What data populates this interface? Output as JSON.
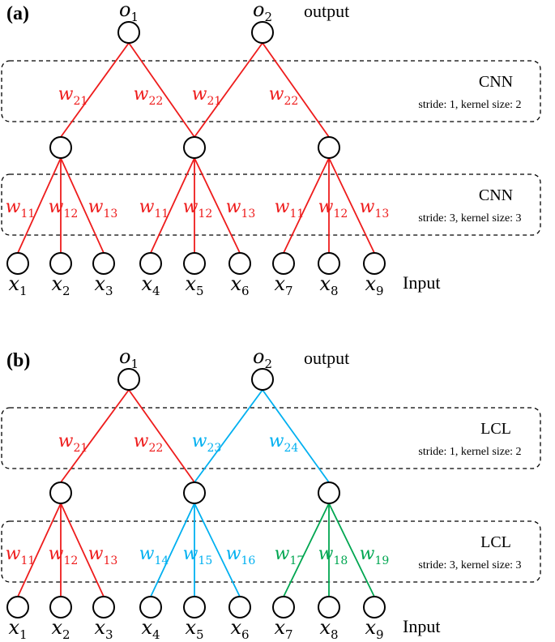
{
  "colors": {
    "red": "#ee1c1c",
    "blue": "#00b0f0",
    "green": "#00a651",
    "black": "#000000"
  },
  "panels": [
    {
      "label": "(a)",
      "outputs": [
        {
          "main": "o",
          "sub": "1"
        },
        {
          "main": "o",
          "sub": "2"
        }
      ],
      "output_label": "output",
      "input_label": "Input",
      "inputs": [
        {
          "main": "x",
          "sub": "1"
        },
        {
          "main": "x",
          "sub": "2"
        },
        {
          "main": "x",
          "sub": "3"
        },
        {
          "main": "x",
          "sub": "4"
        },
        {
          "main": "x",
          "sub": "5"
        },
        {
          "main": "x",
          "sub": "6"
        },
        {
          "main": "x",
          "sub": "7"
        },
        {
          "main": "x",
          "sub": "8"
        },
        {
          "main": "x",
          "sub": "9"
        }
      ],
      "top_layer": {
        "title": "CNN",
        "subtitle": "stride: 1, kernel size: 2",
        "weights": [
          {
            "main": "w",
            "sub": "21",
            "color": "red"
          },
          {
            "main": "w",
            "sub": "22",
            "color": "red"
          },
          {
            "main": "w",
            "sub": "21",
            "color": "red"
          },
          {
            "main": "w",
            "sub": "22",
            "color": "red"
          }
        ],
        "edge_colors": [
          "red",
          "red",
          "red",
          "red"
        ]
      },
      "bottom_layer": {
        "title": "CNN",
        "subtitle": "stride: 3, kernel size: 3",
        "weights": [
          {
            "main": "w",
            "sub": "11",
            "color": "red"
          },
          {
            "main": "w",
            "sub": "12",
            "color": "red"
          },
          {
            "main": "w",
            "sub": "13",
            "color": "red"
          },
          {
            "main": "w",
            "sub": "11",
            "color": "red"
          },
          {
            "main": "w",
            "sub": "12",
            "color": "red"
          },
          {
            "main": "w",
            "sub": "13",
            "color": "red"
          },
          {
            "main": "w",
            "sub": "11",
            "color": "red"
          },
          {
            "main": "w",
            "sub": "12",
            "color": "red"
          },
          {
            "main": "w",
            "sub": "13",
            "color": "red"
          }
        ],
        "group_colors": [
          "red",
          "red",
          "red"
        ]
      }
    },
    {
      "label": "(b)",
      "outputs": [
        {
          "main": "o",
          "sub": "1"
        },
        {
          "main": "o",
          "sub": "2"
        }
      ],
      "output_label": "output",
      "input_label": "Input",
      "inputs": [
        {
          "main": "x",
          "sub": "1"
        },
        {
          "main": "x",
          "sub": "2"
        },
        {
          "main": "x",
          "sub": "3"
        },
        {
          "main": "x",
          "sub": "4"
        },
        {
          "main": "x",
          "sub": "5"
        },
        {
          "main": "x",
          "sub": "6"
        },
        {
          "main": "x",
          "sub": "7"
        },
        {
          "main": "x",
          "sub": "8"
        },
        {
          "main": "x",
          "sub": "9"
        }
      ],
      "top_layer": {
        "title": "LCL",
        "subtitle": "stride: 1, kernel size: 2",
        "weights": [
          {
            "main": "w",
            "sub": "21",
            "color": "red"
          },
          {
            "main": "w",
            "sub": "22",
            "color": "red"
          },
          {
            "main": "w",
            "sub": "23",
            "color": "blue"
          },
          {
            "main": "w",
            "sub": "24",
            "color": "blue"
          }
        ],
        "edge_colors": [
          "red",
          "red",
          "blue",
          "blue"
        ]
      },
      "bottom_layer": {
        "title": "LCL",
        "subtitle": "stride: 3, kernel size: 3",
        "weights": [
          {
            "main": "w",
            "sub": "11",
            "color": "red"
          },
          {
            "main": "w",
            "sub": "12",
            "color": "red"
          },
          {
            "main": "w",
            "sub": "13",
            "color": "red"
          },
          {
            "main": "w",
            "sub": "14",
            "color": "blue"
          },
          {
            "main": "w",
            "sub": "15",
            "color": "blue"
          },
          {
            "main": "w",
            "sub": "16",
            "color": "blue"
          },
          {
            "main": "w",
            "sub": "17",
            "color": "green"
          },
          {
            "main": "w",
            "sub": "18",
            "color": "green"
          },
          {
            "main": "w",
            "sub": "19",
            "color": "green"
          }
        ],
        "group_colors": [
          "red",
          "blue",
          "green"
        ]
      }
    }
  ]
}
